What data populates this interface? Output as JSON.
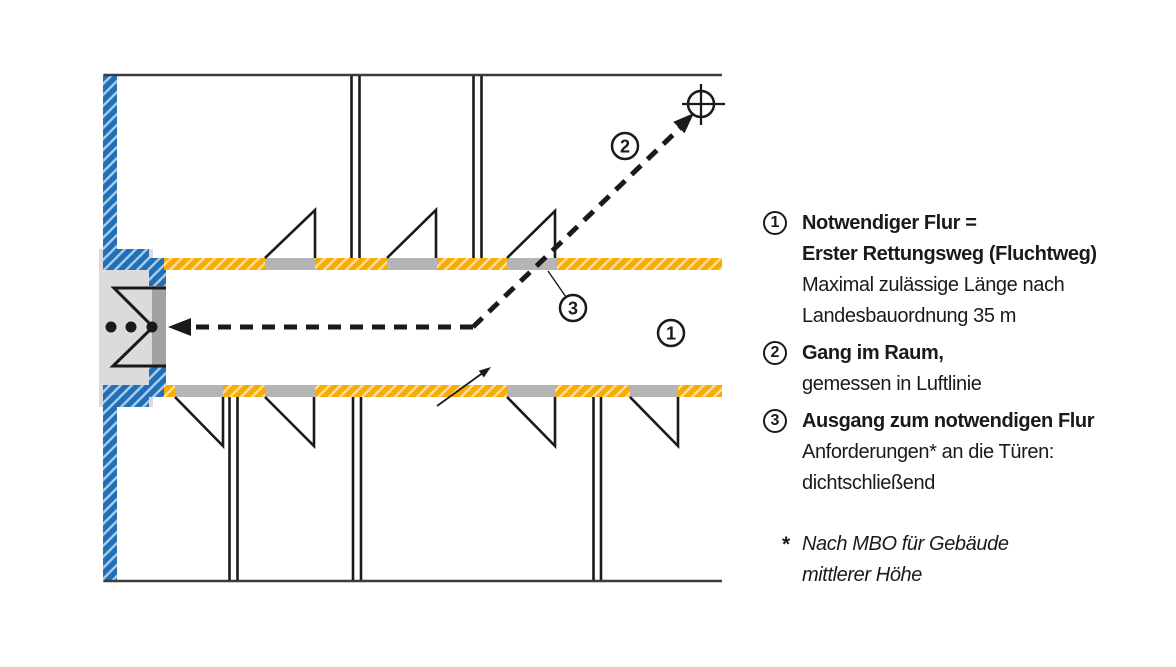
{
  "plan": {
    "labels": {
      "corridor_number": "1",
      "room_path_number": "2",
      "exit_number": "3"
    }
  },
  "legend": {
    "items": [
      {
        "number": "1",
        "bold_lines": [
          "Notwendiger Flur =",
          "Erster Rettungsweg (Fluchtweg)"
        ],
        "lines": [
          "Maximal zulässige Länge nach",
          "Landesbauordnung 35 m"
        ]
      },
      {
        "number": "2",
        "bold_lines": [
          "Gang im Raum,"
        ],
        "lines": [
          "gemessen in Luftlinie"
        ]
      },
      {
        "number": "3",
        "bold_lines": [
          "Ausgang zum notwendigen Flur"
        ],
        "lines": [
          "Anforderungen* an die Türen:",
          "dichtschließend"
        ]
      }
    ],
    "footnote_marker": "*",
    "footnote_lines": [
      "Nach MBO für Gebäude",
      "mittlerer Höhe"
    ]
  },
  "colors": {
    "wall_blue": "#1F70B8",
    "wall_blue_hatch": "#A9CBE8",
    "wall_yellow": "#F8AB00",
    "wall_yellow_hatch": "#FBDFA0",
    "door_opening_gray": "#B5B5B5",
    "vestibule_gray": "#DBDBDB",
    "threshold_gray": "#A2A2A2",
    "exterior_line": "#3C3C3C",
    "ink_black": "#1A1A1A"
  }
}
